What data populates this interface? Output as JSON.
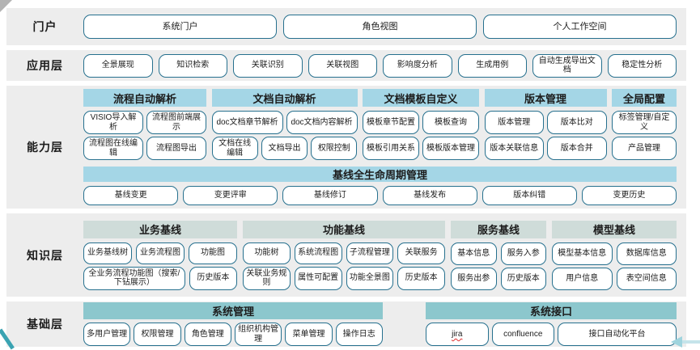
{
  "palette": {
    "band_bg": "#ededed",
    "box_border": "#26708e",
    "header_blue": "#a4d6e6",
    "header_green": "#cfdcd9",
    "header_teal": "#8cc7cd",
    "accent_teal": "#3aa3b2",
    "arrow_head": "#9fd4de",
    "arrow_line": "#c5e4ea"
  },
  "portal": {
    "label": "门户",
    "boxes": [
      "系统门户",
      "角色视图",
      "个人工作空间"
    ]
  },
  "application": {
    "label": "应用层",
    "boxes": [
      "全景展现",
      "知识检索",
      "关联识别",
      "关联视图",
      "影响度分析",
      "生成用例",
      "自动生成导出文档",
      "稳定性分析"
    ]
  },
  "capability": {
    "label": "能力层",
    "groups": [
      {
        "header": "流程自动解析",
        "rows": [
          [
            "VISIO导入解析",
            "流程图前端展示"
          ],
          [
            "流程图在线编辑",
            "流程图导出"
          ]
        ]
      },
      {
        "header": "文档自动解析",
        "rows": [
          [
            "doc文档章节解析",
            "doc文档内容解析"
          ],
          [
            "文档在线编辑",
            "文档导出",
            "权限控制"
          ]
        ]
      },
      {
        "header": "文档模板自定义",
        "rows": [
          [
            "模板章节配置",
            "模板查询"
          ],
          [
            "模板引用关系",
            "模板版本管理"
          ]
        ]
      },
      {
        "header": "版本管理",
        "rows": [
          [
            "版本管理",
            "版本比对"
          ],
          [
            "版本关联信息",
            "版本合并"
          ]
        ]
      },
      {
        "header": "全局配置",
        "rows": [
          [
            "标签管理/自定义"
          ],
          [
            "产品管理"
          ]
        ]
      }
    ],
    "baseline": {
      "header": "基线全生命周期管理",
      "boxes": [
        "基线变更",
        "变更评审",
        "基线修订",
        "基线发布",
        "版本纠错",
        "变更历史"
      ]
    }
  },
  "knowledge": {
    "label": "知识层",
    "groups": [
      {
        "header": "业务基线",
        "rows": [
          [
            "业务基线树",
            "业务流程图",
            "功能图"
          ],
          [
            {
              "text": "全业务流程功能图（搜索/下钻展示）",
              "span": 2.3
            },
            "历史版本"
          ]
        ]
      },
      {
        "header": "功能基线",
        "rows": [
          [
            "功能树",
            "系统流程图",
            "子流程管理",
            "关联服务"
          ],
          [
            "关联业务规则",
            "属性可配置",
            "功能全景图",
            "历史版本"
          ]
        ]
      },
      {
        "header": "服务基线",
        "rows": [
          [
            "基本信息",
            "服务入参"
          ],
          [
            "服务出参",
            "历史版本"
          ]
        ]
      },
      {
        "header": "模型基线",
        "rows": [
          [
            "模型基本信息",
            "数据库信息"
          ],
          [
            "用户信息",
            "表空间信息"
          ]
        ]
      }
    ]
  },
  "base": {
    "label": "基础层",
    "groups": [
      {
        "header": "系统管理",
        "rows": [
          [
            "多用户管理",
            "权限管理",
            "角色管理",
            "组织机构管理",
            "菜单管理",
            "操作日志"
          ]
        ]
      },
      {
        "header": "系统接口",
        "rows": [
          [
            {
              "text": "jira",
              "spell": true
            },
            "confluence",
            {
              "text": "接口自动化平台",
              "span": 2
            }
          ]
        ]
      }
    ]
  }
}
